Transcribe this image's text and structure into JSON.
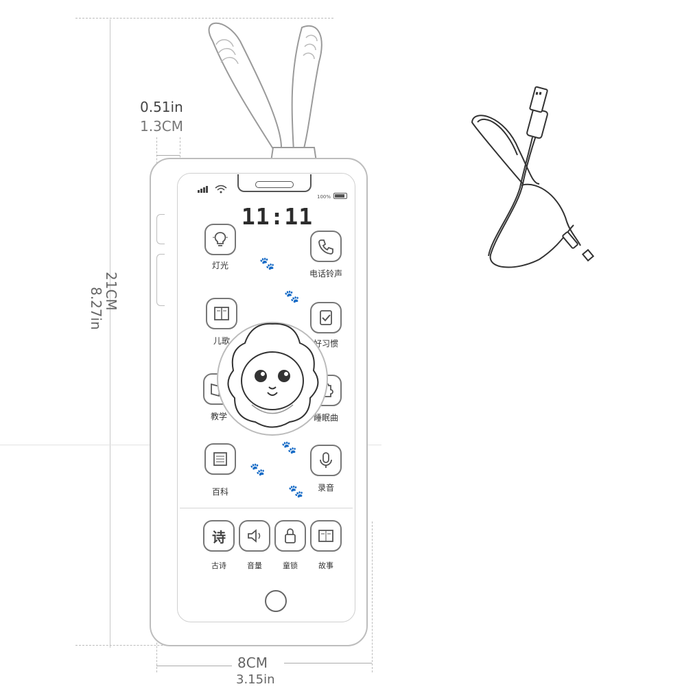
{
  "dimensions": {
    "side_thickness_in": "0.51in",
    "side_thickness_cm": "1.3CM",
    "height_in": "8.27in",
    "height_cm": "21CM",
    "width_cm": "8CM",
    "width_in": "3.15in"
  },
  "phone": {
    "clock": "11:11",
    "battery": "100%",
    "apps": [
      {
        "label": "灯光",
        "icon": "lightbulb-icon"
      },
      {
        "label": "电话铃声",
        "icon": "phone-icon"
      },
      {
        "label": "儿歌",
        "icon": "book-icon"
      },
      {
        "label": "好习惯",
        "icon": "checklist-icon"
      },
      {
        "label": "教学",
        "icon": "open-book-icon"
      },
      {
        "label": "睡眠曲",
        "icon": "puzzle-icon"
      },
      {
        "label": "百科",
        "icon": "list-icon"
      },
      {
        "label": "录音",
        "icon": "microphone-icon"
      }
    ],
    "dock": [
      {
        "label": "古诗",
        "glyph": "诗",
        "icon": "poem-icon"
      },
      {
        "label": "音量",
        "icon": "speaker-icon"
      },
      {
        "label": "童锁",
        "icon": "lock-icon"
      },
      {
        "label": "故事",
        "icon": "storybook-icon"
      }
    ]
  },
  "colors": {
    "outline": "#bdbdbd",
    "ink": "#555555",
    "cable": "#333333"
  }
}
